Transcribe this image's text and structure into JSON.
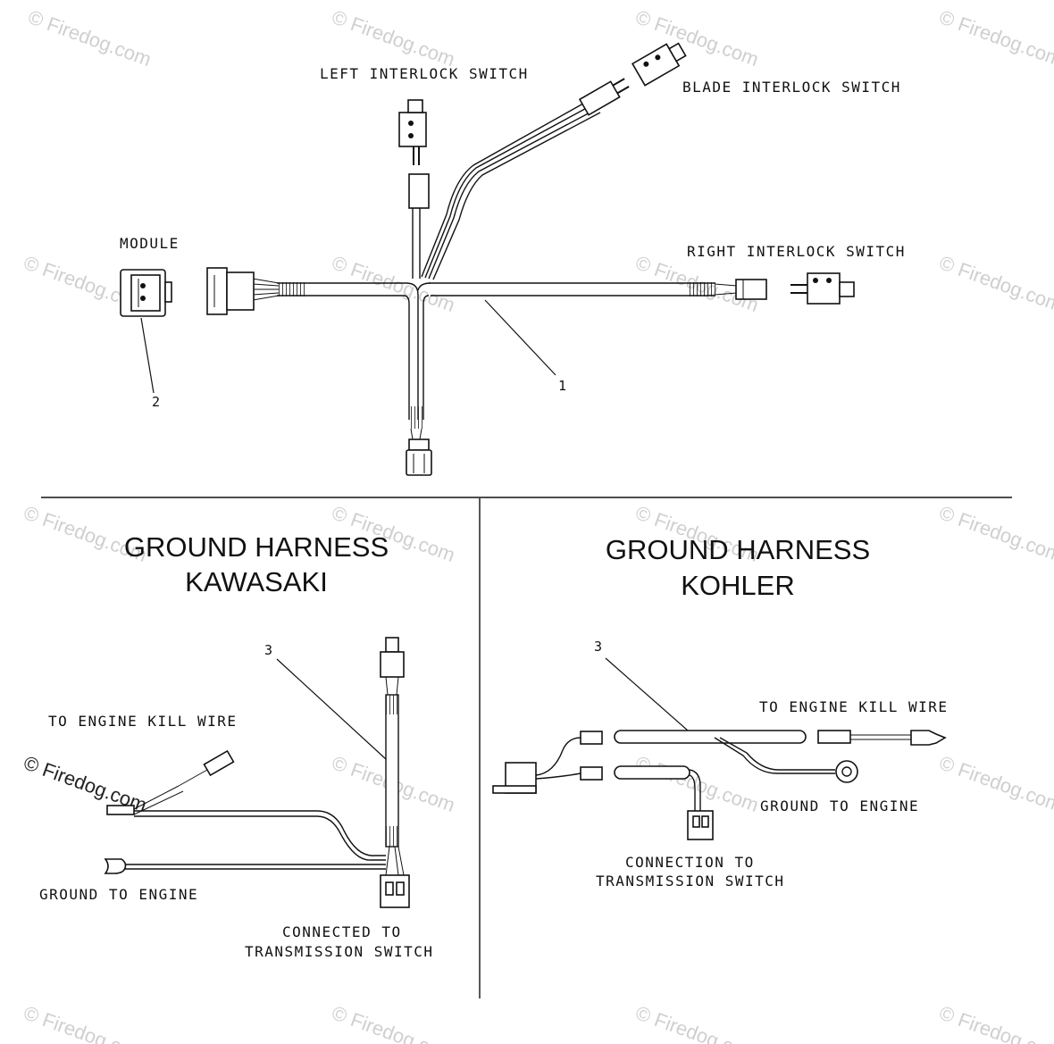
{
  "labels": {
    "left_interlock": "LEFT INTERLOCK SWITCH",
    "blade_interlock": "BLADE INTERLOCK SWITCH",
    "module": "MODULE",
    "right_interlock": "RIGHT INTERLOCK SWITCH",
    "callout_1": "1",
    "callout_2": "2",
    "callout_3a": "3",
    "callout_3b": "3"
  },
  "kawasaki": {
    "title_line1": "GROUND HARNESS",
    "title_line2": "KAWASAKI",
    "kill_wire": "TO ENGINE KILL WIRE",
    "ground": "GROUND TO ENGINE",
    "connected_line1": "CONNECTED TO",
    "connected_line2": "TRANSMISSION SWITCH"
  },
  "kohler": {
    "title_line1": "GROUND HARNESS",
    "title_line2": "KOHLER",
    "kill_wire": "TO ENGINE KILL WIRE",
    "ground": "GROUND TO ENGINE",
    "connection_line1": "CONNECTION TO",
    "connection_line2": "TRANSMISSION SWITCH"
  },
  "watermark": {
    "text": "© Firedog.com"
  }
}
